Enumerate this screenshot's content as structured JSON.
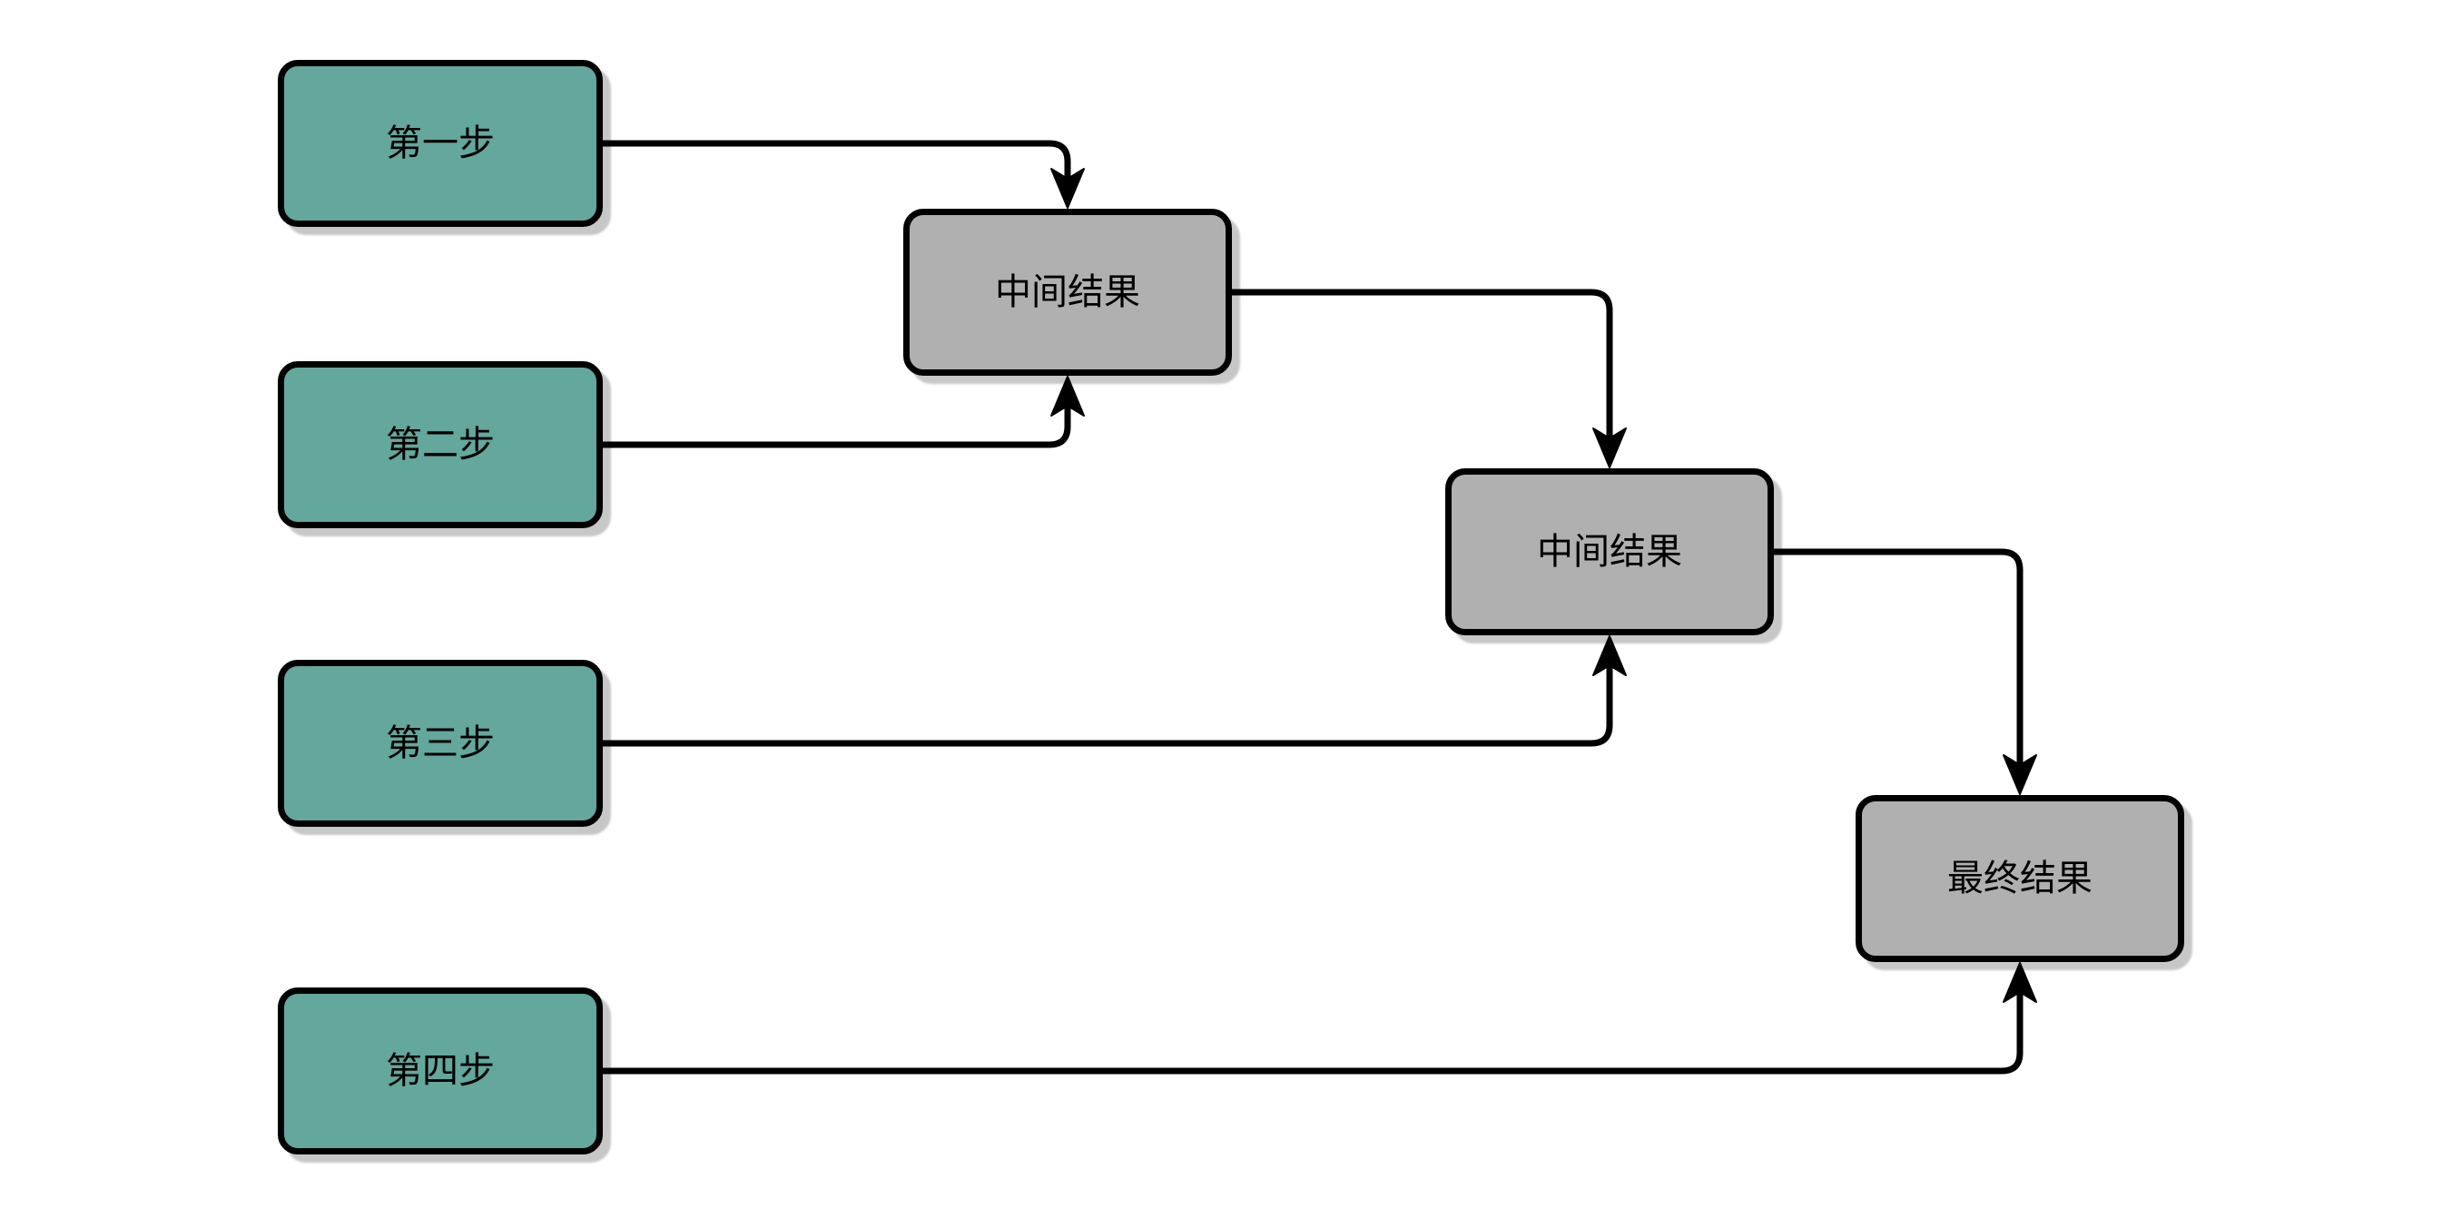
{
  "diagram": {
    "background_color": "#ffffff",
    "step_fill_color": "#64a79c",
    "result_fill_color": "#b0b0b0",
    "border_color": "#000000",
    "connector_color": "#000000",
    "nodes": [
      {
        "id": "step1",
        "label": "第一步",
        "type": "step"
      },
      {
        "id": "step2",
        "label": "第二步",
        "type": "step"
      },
      {
        "id": "step3",
        "label": "第三步",
        "type": "step"
      },
      {
        "id": "step4",
        "label": "第四步",
        "type": "step"
      },
      {
        "id": "mid1",
        "label": "中间结果",
        "type": "result"
      },
      {
        "id": "mid2",
        "label": "中间结果",
        "type": "result"
      },
      {
        "id": "final",
        "label": "最终结果",
        "type": "result"
      }
    ],
    "edges": [
      {
        "from": "step1",
        "to": "mid1"
      },
      {
        "from": "step2",
        "to": "mid1"
      },
      {
        "from": "mid1",
        "to": "mid2"
      },
      {
        "from": "step3",
        "to": "mid2"
      },
      {
        "from": "mid2",
        "to": "final"
      },
      {
        "from": "step4",
        "to": "final"
      }
    ]
  }
}
